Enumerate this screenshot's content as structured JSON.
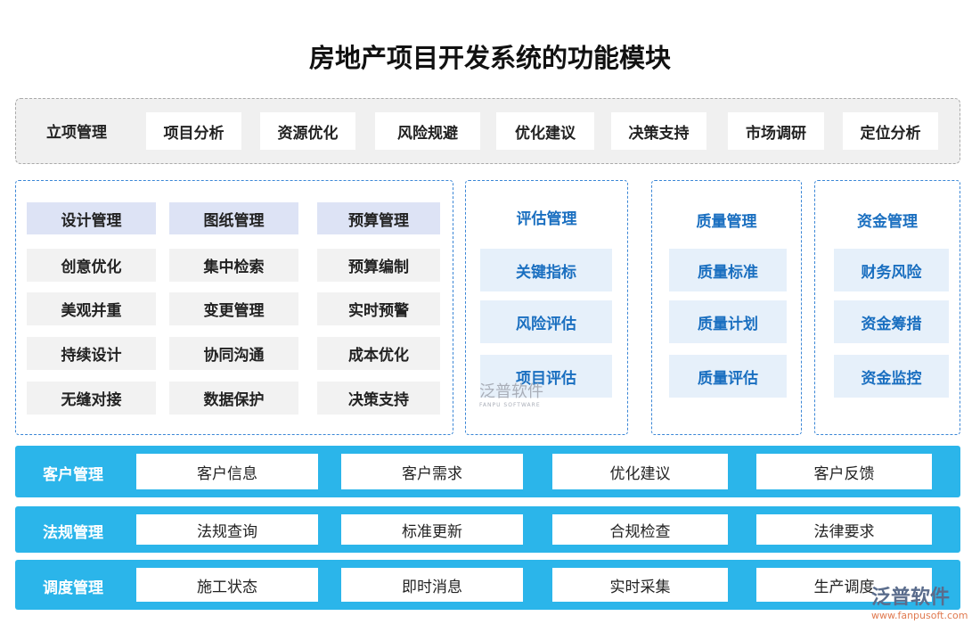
{
  "title": "房地产项目开发系统的功能模块",
  "project_setup": {
    "label": "立项管理",
    "items": [
      "项目分析",
      "资源优化",
      "风险规避",
      "优化建议",
      "决策支持",
      "市场调研",
      "定位分析"
    ]
  },
  "design_group": {
    "headers": [
      "设计管理",
      "图纸管理",
      "预算管理"
    ],
    "columns": [
      [
        "创意优化",
        "美观并重",
        "持续设计",
        "无缝对接"
      ],
      [
        "集中检索",
        "变更管理",
        "协同沟通",
        "数据保护"
      ],
      [
        "预算编制",
        "实时预警",
        "成本优化",
        "决策支持"
      ]
    ]
  },
  "evaluation": {
    "header": "评估管理",
    "items": [
      "关键指标",
      "风险评估",
      "项目评估"
    ]
  },
  "quality": {
    "header": "质量管理",
    "items": [
      "质量标准",
      "质量计划",
      "质量评估"
    ]
  },
  "funds": {
    "header": "资金管理",
    "items": [
      "财务风险",
      "资金筹措",
      "资金监控"
    ]
  },
  "bands": [
    {
      "label": "客户管理",
      "items": [
        "客户信息",
        "客户需求",
        "优化建议",
        "客户反馈"
      ]
    },
    {
      "label": "法规管理",
      "items": [
        "法规查询",
        "标准更新",
        "合规检查",
        "法律要求"
      ]
    },
    {
      "label": "调度管理",
      "items": [
        "施工状态",
        "即时消息",
        "实时采集",
        "生产调度"
      ]
    }
  ],
  "watermark": {
    "text": "泛普软件",
    "sub": "FANPU SOFTWARE"
  },
  "logo": {
    "text": "泛普软件",
    "url": "www.fanpusoft.com"
  },
  "colors": {
    "band": "#2bb5ea",
    "accent": "#1a6fc0",
    "header_bg": "#dde3f5",
    "cell_bg": "#e6f0fa"
  }
}
